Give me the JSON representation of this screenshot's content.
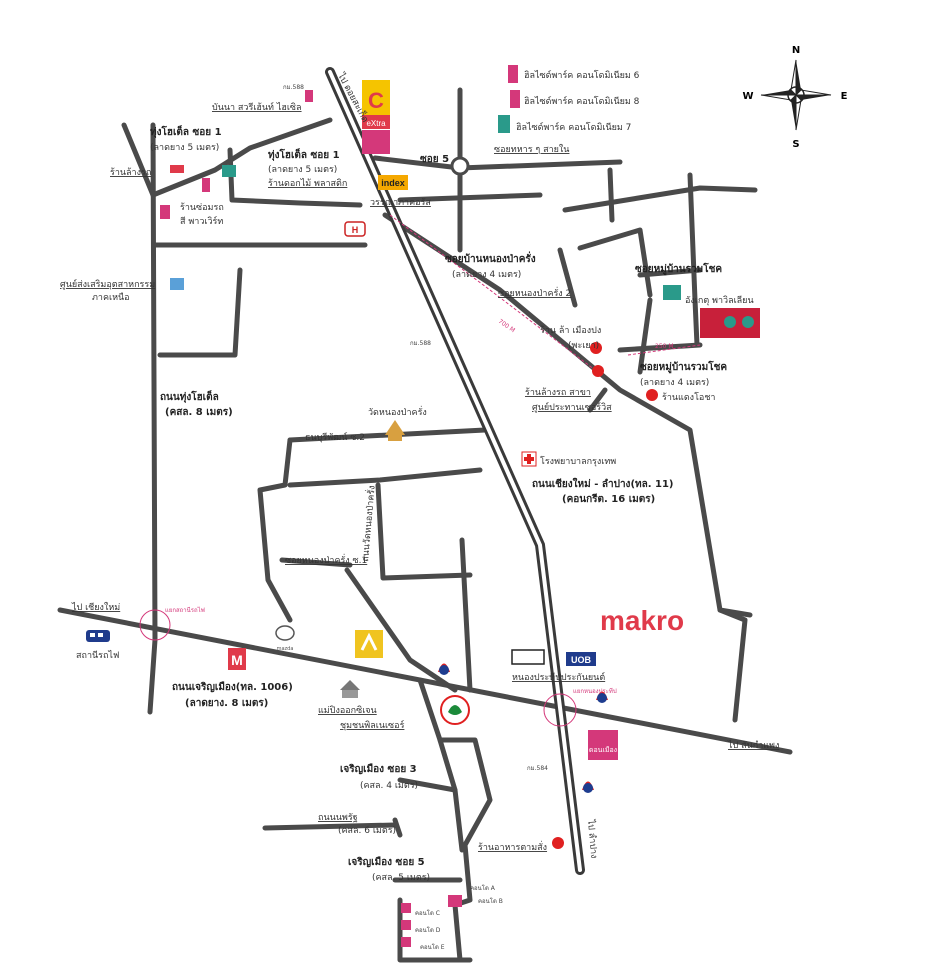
{
  "colors": {
    "road": "#4a4a4a",
    "accent_pink": "#d4387a",
    "makro_red": "#e03a4a",
    "bigc_yellow": "#f5c400",
    "uob_blue": "#1f3b8c",
    "ptt_blue": "#1e3d8f",
    "ptt_red": "#e02020",
    "kbank_green": "#1b8a3a"
  },
  "compass": {
    "n": "N",
    "s": "S",
    "e": "E",
    "w": "W"
  },
  "highway_direction_labels": {
    "to_north": "ไป ดอยสะเก็ด",
    "to_south": "ไป ลำปาง",
    "to_west": "ไป เชียงใหม่",
    "to_east": "ไป สันกำแพง"
  },
  "labels": {
    "cm_sweet": "บันนา สวรีเฮ้นท์ ไฮเซิล",
    "huai_soi1_title": "ทุ่งโฮเต็ล ซอย 1",
    "huai_soi1_sub": "(ลาดยาง 5 เมตร)",
    "huai_soi1_title_b": "ทุ่งโฮเต็ล ซอย 1",
    "huai_soi1_sub_b": "(ลาดยาง 5 เมตร)",
    "shop_repair": "ร้านล้างรถ",
    "flower_shop": "ร้านดอกไม้ พลาสติก",
    "car_shop": "ร้านซ่อมรถ",
    "car_shop_b": "สี พาวเวิร์ท",
    "industry_center": "ศูนย์ส่งเสริมอุตสาหกรรม",
    "industry_center_b": "ภาคเหนือ",
    "hw_bon_hotel": "วรรณาภาคอรัส",
    "sirida1": "ฮิลไซด์พาร์ค คอนโดมิเนียม 6",
    "sirida2": "ฮิลไซด์พาร์ค คอนโดมิเนียม 8",
    "sirida3": "ฮิลไซด์พาร์ค คอนโดมิเนียม 7",
    "soi5": "ซอย 5",
    "soi5_right": "ซอยทหาร ๆ สายใน",
    "ban_nong_title": "ซอยบ้านหนองป่าครั่ง",
    "ban_nong_sub": "(ลาดยาง 4 เมตร)",
    "ban_nong_soi2": "ซอยหนองป่าครั่ง 2",
    "ban_rom_title": "ซอยหมู่บ้านรวมโชค",
    "village_name": "อังเกตุ พาวิลเลียน",
    "pharmacy": "ร้าน ล้า เมืองปง",
    "pharmacy_b": "(พะเยา)",
    "ban_rom2_title": "ซอยหมู่บ้านรวมโชค",
    "ban_rom2_sub": "(ลาดยาง 4 เมตร)",
    "laem_shop": "ร้านแดงโอชา",
    "food_shop": "ร้านล้างรถ สาขา",
    "food_shop_b": "ศูนย์ประทานเซอร์วิส",
    "dist_700": "700 M",
    "dist_250": "250 M",
    "km_top": "กม.588",
    "km_mid": "กม.588",
    "km_low": "กม.584",
    "huai_road_title": "ถนนทุ่งโฮเต็ล",
    "huai_road_sub": "(คสล. 8 เมตร)",
    "temple": "วัดหนองป่าครั่ง",
    "thonburi_soi": "ธนบุรีพัฒน์ ซ.2",
    "hospital": "โรงพยาบาลกรุงเทพ",
    "cm_lampang_title": "ถนนเชียงใหม่ - ลำปาง(ทล. 11)",
    "cm_lampang_sub": "(คอนกรีต. 16 เมตร)",
    "soi_nong_title": "ซอยหนองป่าครั่ง ซ.1",
    "nong_road_vertical": "ถนนวัดหนองป่าครั่ง",
    "train_station": "สถานีรถไฟ",
    "crossing_west": "แยกสถานีรถไฟ",
    "crossing_east": "แยกหนองประทีป",
    "makro": "makro",
    "uob_text": "UOB",
    "uob_branch": "หนองประทีปประกันยนต์",
    "charoen_road_title": "ถนนเจริญเมือง(ทล. 1006)",
    "charoen_road_sub": "(ลาดยาง. 8 เมตร)",
    "mazda": "mazda",
    "school": "แม่ปิงออกซิเจน",
    "school_b": "ชุมชนพิลเนเซอร์",
    "charoen_soi3_title": "เจริญเมือง ซอย 3",
    "charoen_soi3_sub": "(คสล. 4 เมตร)",
    "nong_road": "ถนนนพรัฐ",
    "nong_road_sub": "(คสล. 6 เมตร)",
    "charoen_soi5_title": "เจริญเมือง ซอย 5",
    "charoen_soi5_sub": "(คสล. 5 เมตร)",
    "food_court": "ร้านอาหารตามสั่ง",
    "condo_a": "คอนโด A",
    "condo_b": "คอนโด B",
    "condo_c": "คอนโด C",
    "condo_d": "คอนโด D",
    "condo_e": "คอนโด E",
    "bigc_extra": "eXtra",
    "bigc_c": "C",
    "index": "index",
    "donmuang_logo": "ดอนเมือง"
  }
}
